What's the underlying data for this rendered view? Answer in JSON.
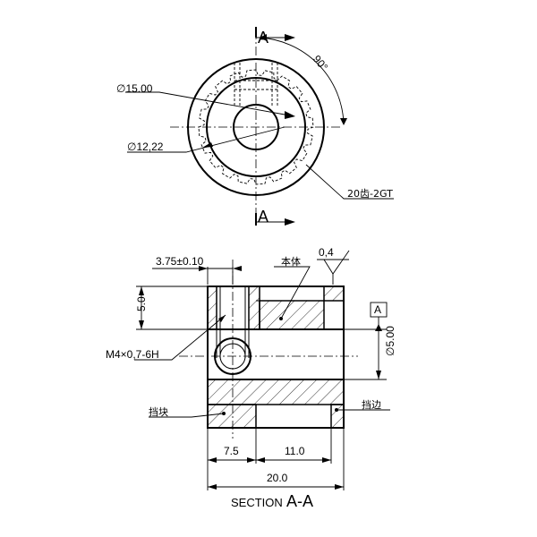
{
  "top_view": {
    "section_mark": "A",
    "section_mark_bottom": "A",
    "angle_label": "90°",
    "dia_outer_label": "∅15.00",
    "dia_tooth_label": "∅12,22",
    "teeth_label": "20齿-2GT",
    "teeth_count": 20
  },
  "section_view": {
    "dim_top_offset": "3.75±0.10",
    "dim_height": "5.0",
    "thread_label": "M4×0,7-6H",
    "body_label": "本体",
    "roughness_value": "0,4",
    "datum_label": "A",
    "bore_dia_label": "∅5.00",
    "left_part_label": "挡块",
    "right_part_label": "挡边",
    "dim_left_width": "7.5",
    "dim_middle_width": "11.0",
    "dim_total_width": "20.0",
    "title_prefix": "SECTION",
    "title_suffix": "A-A"
  }
}
